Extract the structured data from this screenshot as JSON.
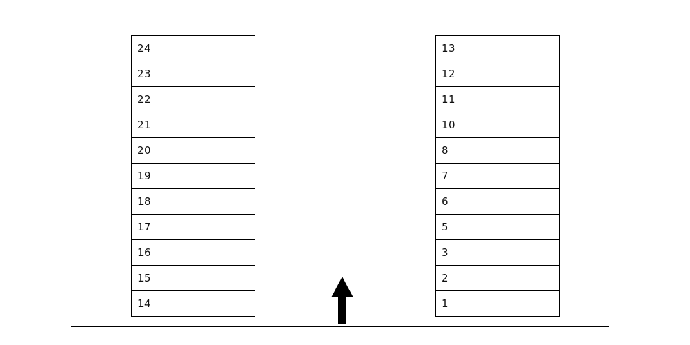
{
  "left_stack": {
    "spots": [
      "24",
      "23",
      "22",
      "21",
      "20",
      "19",
      "18",
      "17",
      "16",
      "15",
      "14"
    ]
  },
  "right_stack": {
    "spots": [
      "13",
      "12",
      "11",
      "10",
      "8",
      "7",
      "6",
      "5",
      "3",
      "2",
      "1"
    ]
  },
  "arrow": {
    "icon": "up-arrow-icon",
    "color": "#000000"
  }
}
